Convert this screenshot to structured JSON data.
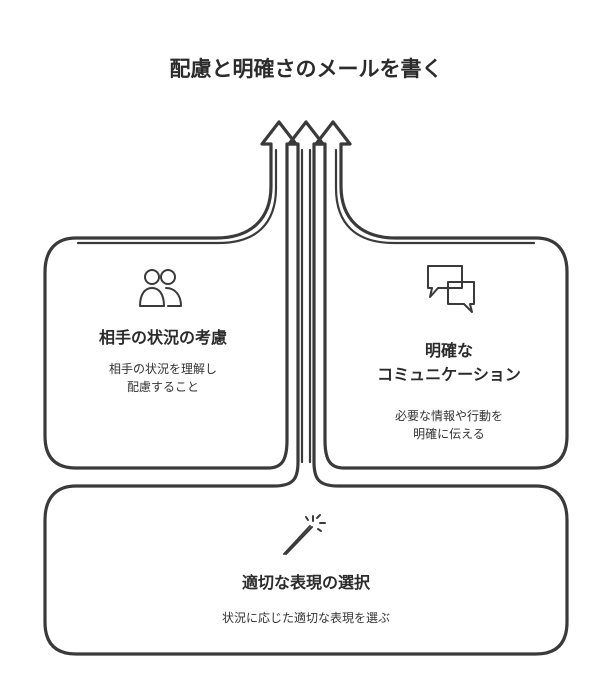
{
  "title": "配慮と明確さのメールを書く",
  "boxes": {
    "left": {
      "icon": "users-icon",
      "heading": "相手の状況の考慮",
      "description_lines": [
        "相手の状況を理解し",
        "配慮すること"
      ]
    },
    "right": {
      "icon": "chat-bubbles-icon",
      "heading_lines": [
        "明確な",
        "コミュニケーション"
      ],
      "description_lines": [
        "必要な情報や行動を",
        "明確に伝える"
      ]
    },
    "bottom": {
      "icon": "magic-wand-icon",
      "heading": "適切な表現の選択",
      "description": "状況に応じた適切な表現を選ぶ"
    }
  },
  "colors": {
    "stroke": "#3a3a3a",
    "text": "#2b2b2b",
    "background": "#ffffff"
  }
}
